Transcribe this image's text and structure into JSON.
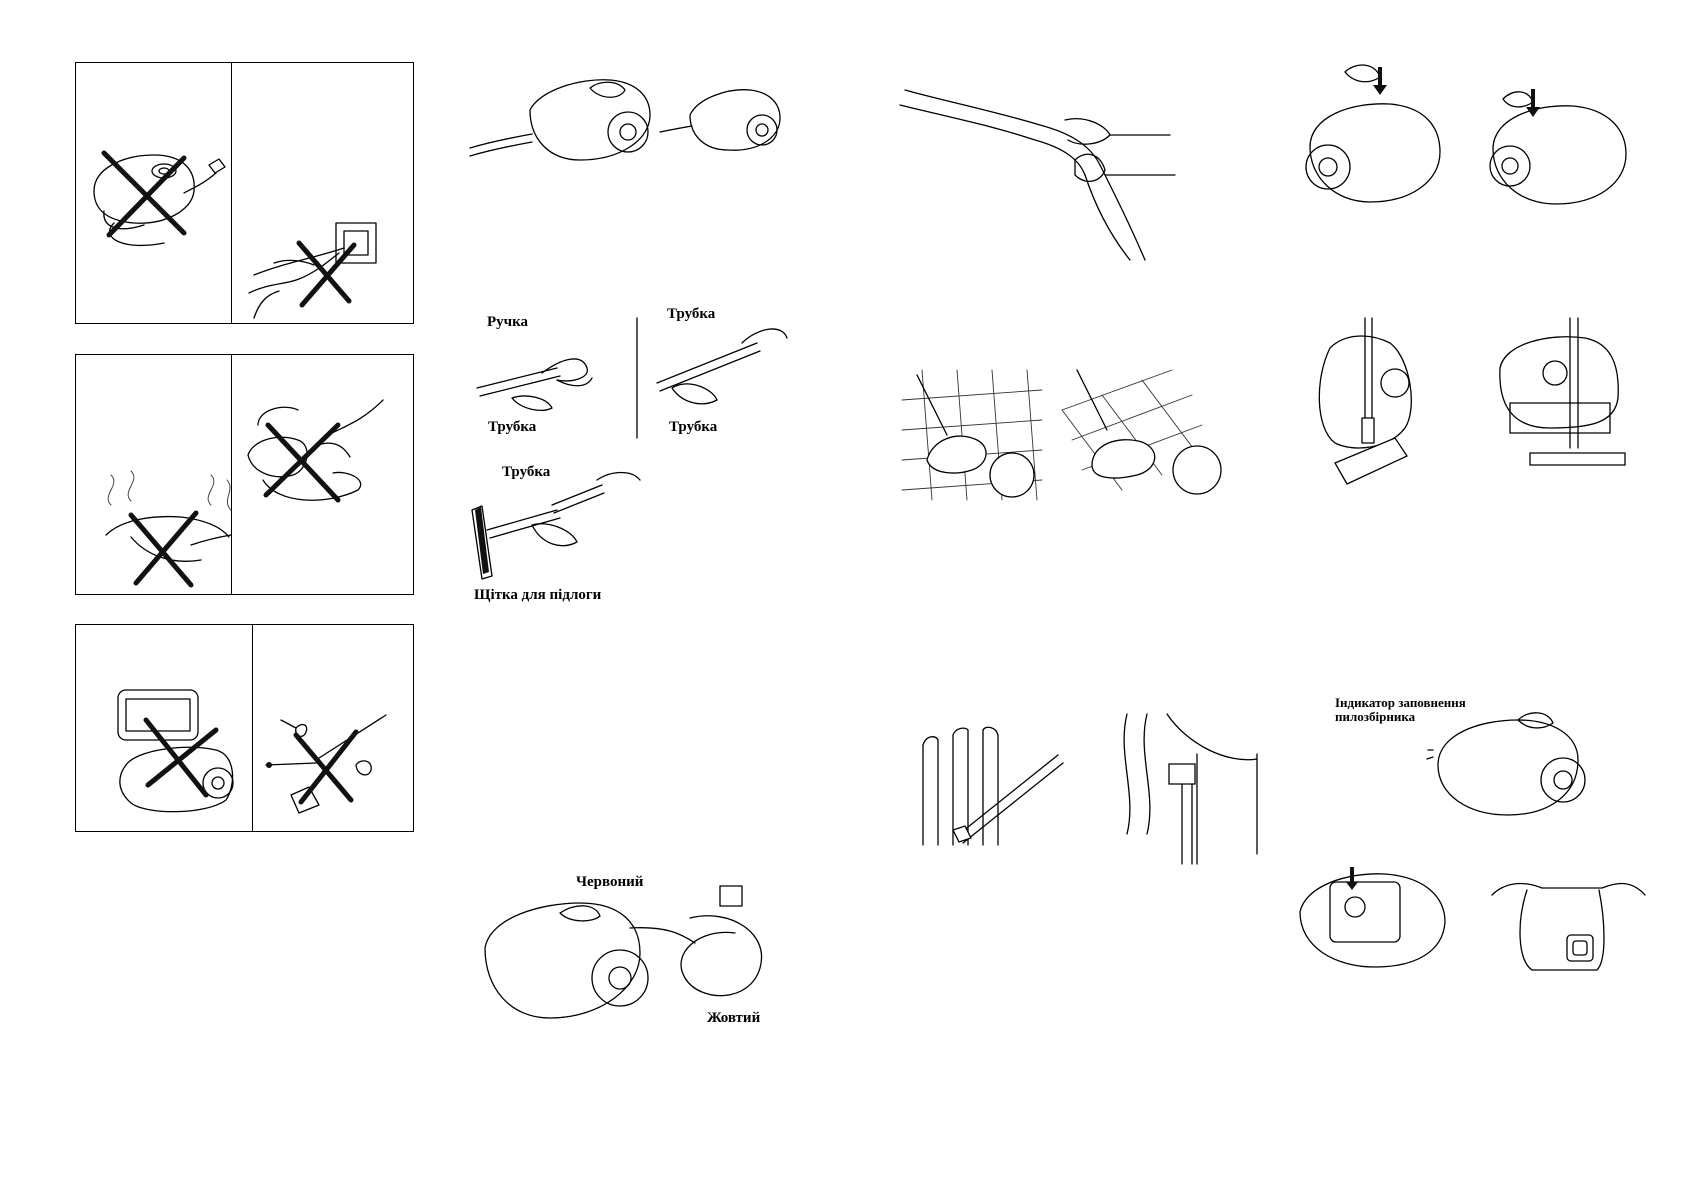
{
  "labels": {
    "handle": "Ручка",
    "tube_left": "Трубка",
    "tube_right_top": "Трубка",
    "tube_right_bottom": "Трубка",
    "tube_lower": "Трубка",
    "floor_brush": "Щітка для підлоги",
    "red": "Червоний",
    "yellow": "Жовтий",
    "fill_indicator": "Індикатор заповнення пилозбірника"
  },
  "icons": [
    "vacuum-cord-crossed-icon",
    "plug-pull-crossed-icon",
    "heat-source-crossed-icon",
    "water-bucket-crossed-icon",
    "radiator-nozzle-icon",
    "sharp-objects-crossed-icon"
  ]
}
